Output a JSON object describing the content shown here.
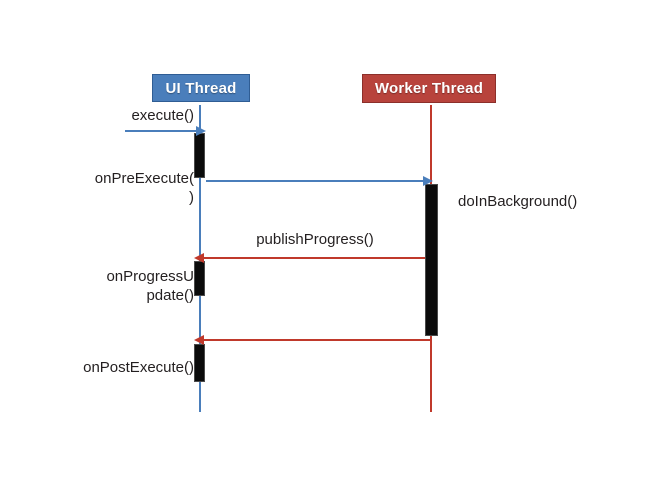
{
  "diagram": {
    "title": "AsyncTask sequence diagram",
    "background": "#ffffff",
    "participants": [
      {
        "id": "ui",
        "label": "UI Thread",
        "fill": "#4a7ebb",
        "border": "#2f5d94",
        "text": "#ffffff"
      },
      {
        "id": "worker",
        "label": "Worker Thread",
        "fill": "#b8433c",
        "border": "#8c2f2a",
        "text": "#ffffff"
      }
    ],
    "lifelines": [
      {
        "id": "ui-lifeline",
        "color": "#4a7ebb"
      },
      {
        "id": "worker-lifeline",
        "color": "#c0392b"
      }
    ],
    "messages": [
      {
        "id": "execute",
        "label": "execute()",
        "color": "#4a7ebb",
        "direction": "right",
        "from": "caller",
        "to": "ui"
      },
      {
        "id": "onPreExecute",
        "label": "onPreExecute(\n)",
        "color": "#4a7ebb",
        "direction": "right",
        "from": "ui",
        "to": "worker"
      },
      {
        "id": "doInBackground",
        "label": "doInBackground()",
        "color": "#231f20",
        "direction": "none",
        "from": "worker",
        "to": "worker"
      },
      {
        "id": "publishProgress",
        "label": "publishProgress()",
        "color": "#c0392b",
        "direction": "left",
        "from": "worker",
        "to": "ui"
      },
      {
        "id": "onProgressUpdate",
        "label": "onProgressU\npdate()",
        "color": "#231f20",
        "direction": "none",
        "from": "ui",
        "to": "ui"
      },
      {
        "id": "onPostExecute",
        "label": "onPostExecute()",
        "color": "#c0392b",
        "direction": "left",
        "from": "worker",
        "to": "ui"
      }
    ],
    "labels": {
      "execute": "execute()",
      "on_pre_execute": "onPreExecute(\n)",
      "do_in_background": "doInBackground()",
      "publish_progress": "publishProgress()",
      "on_progress_update": "onProgressU\npdate()",
      "on_post_execute": "onPostExecute()"
    },
    "colors": {
      "ui_blue": "#4a7ebb",
      "worker_red": "#b8433c",
      "arrow_red": "#c0392b",
      "activation_black": "#0b0b0b",
      "text": "#231f20"
    }
  }
}
